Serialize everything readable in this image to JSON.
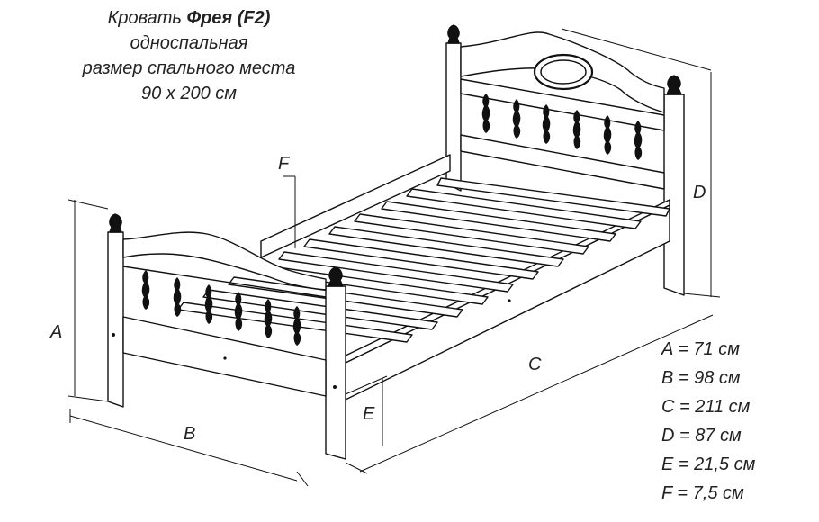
{
  "title": {
    "prefix": "Кровать ",
    "model": "Фрея (F2)",
    "line2": "односпальная",
    "line3": "размер спального места",
    "line4": "90 x 200 см"
  },
  "labels": {
    "a": "A",
    "b": "B",
    "c": "C",
    "d": "D",
    "e": "E",
    "f": "F"
  },
  "dimensions": [
    "A = 71 см",
    "B = 98 см",
    "C = 211 см",
    "D = 87 см",
    "E = 21,5 см",
    "F = 7,5 см"
  ]
}
